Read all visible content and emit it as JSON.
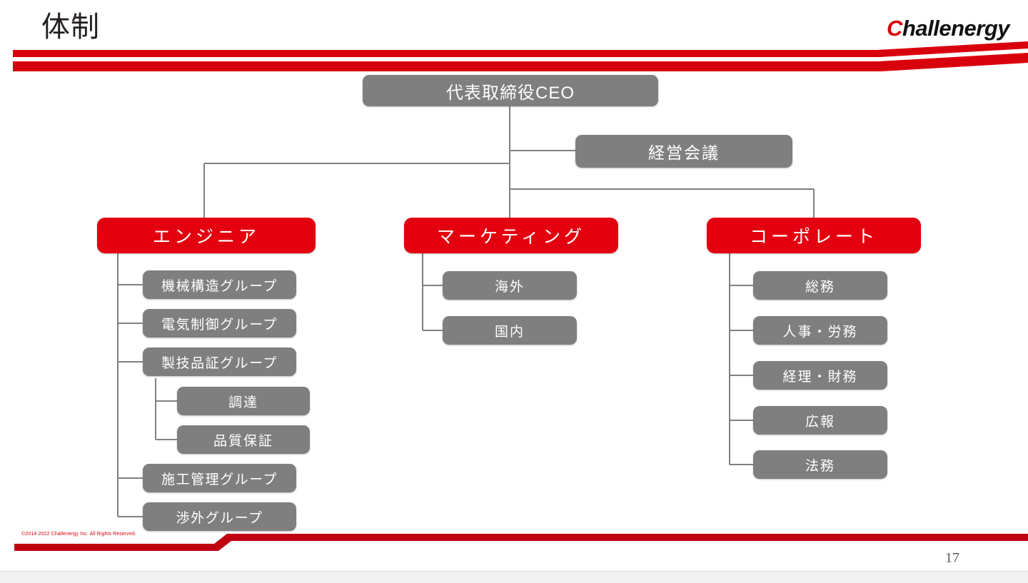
{
  "slide": {
    "title": "体制",
    "brand": {
      "name_head": "C",
      "name_tail": "hallenergy"
    },
    "page_number": "17",
    "copyright": "©2014-2022 Challenergy Inc. All Rights Reserved.",
    "colors": {
      "accent_red": "#e3000f",
      "rule_red": "#d9000d",
      "node_gray": "#7f7f7f",
      "title_black": "#231f20",
      "connector_gray": "#808080",
      "page_number_gray": "#595959"
    }
  },
  "org_chart": {
    "type": "tree",
    "root": {
      "id": "ceo",
      "label": "代表取締役CEO",
      "style": "gray"
    },
    "staff": [
      {
        "id": "council",
        "label": "経営会議",
        "style": "gray",
        "reports_to": "ceo"
      }
    ],
    "divisions": [
      {
        "id": "engineer",
        "label": "エンジニア",
        "style": "red",
        "reports_to": "ceo",
        "groups": [
          {
            "id": "mech",
            "label": "機械構造グループ",
            "style": "gray",
            "children": []
          },
          {
            "id": "elec",
            "label": "電気制御グループ",
            "style": "gray",
            "children": []
          },
          {
            "id": "qa-eng",
            "label": "製技品証グループ",
            "style": "gray",
            "children": [
              {
                "id": "procure",
                "label": "調達",
                "style": "gray"
              },
              {
                "id": "quality",
                "label": "品質保証",
                "style": "gray"
              }
            ]
          },
          {
            "id": "construction",
            "label": "施工管理グループ",
            "style": "gray",
            "children": []
          },
          {
            "id": "external",
            "label": "渉外グループ",
            "style": "gray",
            "children": []
          }
        ]
      },
      {
        "id": "marketing",
        "label": "マーケティング",
        "style": "red",
        "reports_to": "ceo",
        "groups": [
          {
            "id": "overseas",
            "label": "海外",
            "style": "gray",
            "children": []
          },
          {
            "id": "domestic",
            "label": "国内",
            "style": "gray",
            "children": []
          }
        ]
      },
      {
        "id": "corporate",
        "label": "コーポレート",
        "style": "red",
        "reports_to": "ceo",
        "groups": [
          {
            "id": "general-affairs",
            "label": "総務",
            "style": "gray",
            "children": []
          },
          {
            "id": "hr",
            "label": "人事・労務",
            "style": "gray",
            "children": []
          },
          {
            "id": "finance",
            "label": "経理・財務",
            "style": "gray",
            "children": []
          },
          {
            "id": "pr",
            "label": "広報",
            "style": "gray",
            "children": []
          },
          {
            "id": "legal",
            "label": "法務",
            "style": "gray",
            "children": []
          }
        ]
      }
    ]
  }
}
